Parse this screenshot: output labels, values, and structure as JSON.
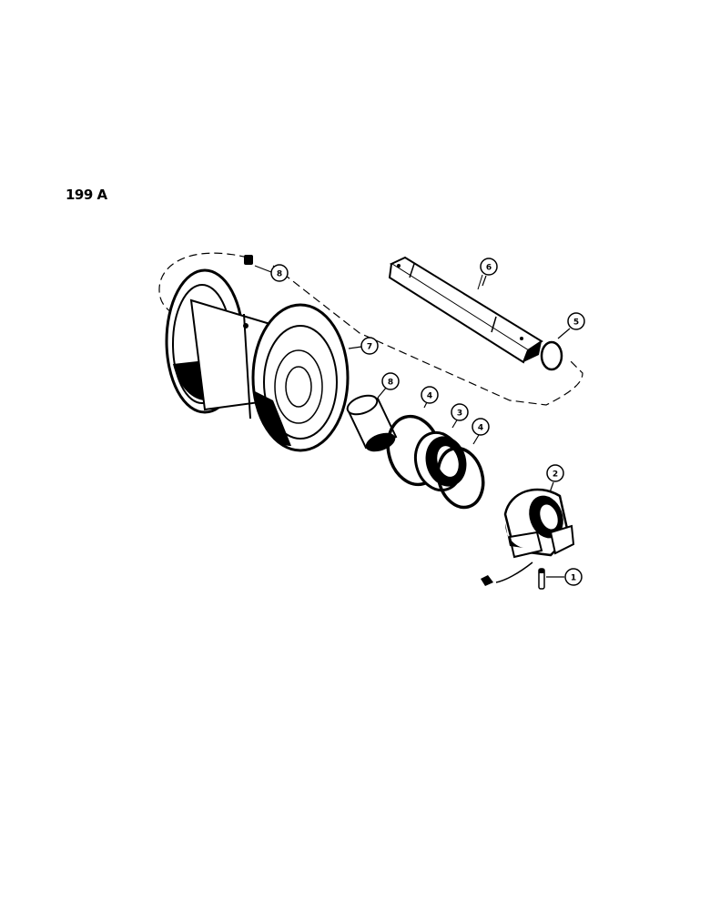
{
  "page": {
    "title": "199 A"
  },
  "callouts": [
    {
      "id": "c1",
      "label": "1",
      "part": "pin"
    },
    {
      "id": "c2",
      "label": "2",
      "part": "end-collar"
    },
    {
      "id": "c3",
      "label": "3",
      "part": "seal-assembly"
    },
    {
      "id": "c4a",
      "label": "4",
      "part": "o-ring-left"
    },
    {
      "id": "c4b",
      "label": "4",
      "part": "o-ring-right"
    },
    {
      "id": "c5",
      "label": "5",
      "part": "o-ring-shaft"
    },
    {
      "id": "c6",
      "label": "6",
      "part": "shaft"
    },
    {
      "id": "c7",
      "label": "7",
      "part": "track-roller"
    },
    {
      "id": "c8a",
      "label": "8",
      "part": "bushing"
    },
    {
      "id": "c8b",
      "label": "8",
      "part": "plug"
    }
  ],
  "colors": {
    "ink": "#000000",
    "paper": "#ffffff"
  }
}
